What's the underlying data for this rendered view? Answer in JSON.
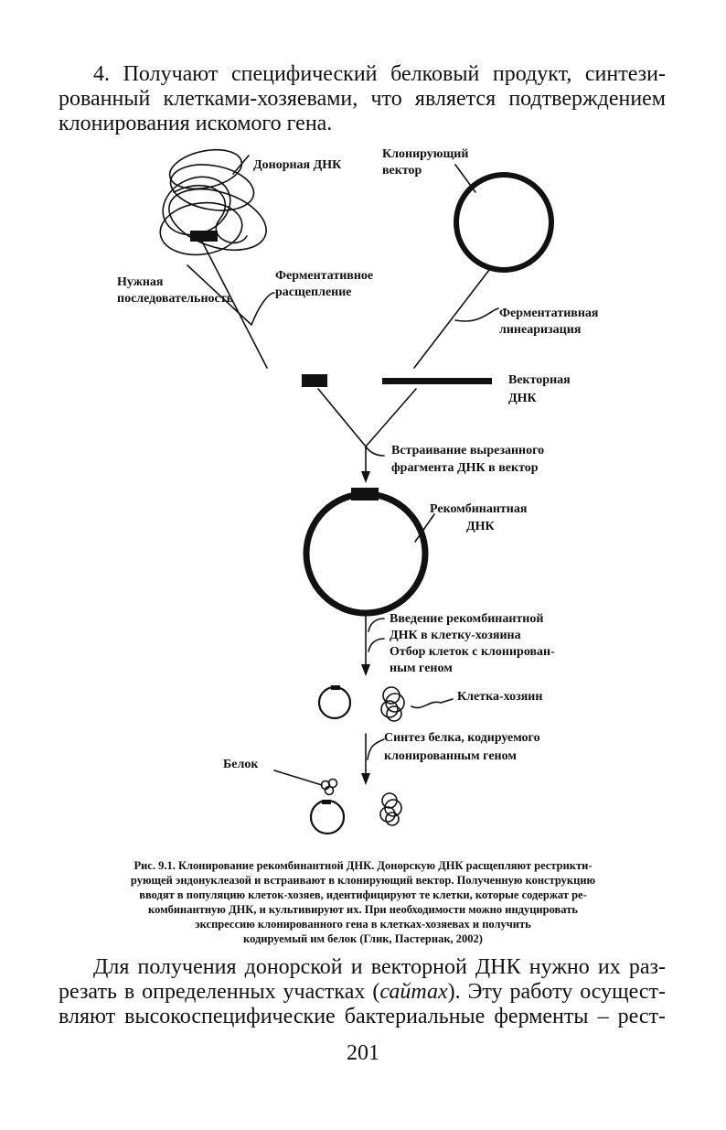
{
  "intro": {
    "lines": [
      "4. Получают специфический белковый продукт, синтези-",
      "рованный клетками-хозяевами, что является подтверждением",
      "клонирования искомого гена."
    ]
  },
  "figure": {
    "labels": {
      "donor_dna": "Донорная ДНК",
      "cloning_vector_1": "Клонирующий",
      "cloning_vector_2": "вектор",
      "needed_seq_1": "Нужная",
      "needed_seq_2": "последовательность",
      "enzymatic_cleavage_1": "Ферментативное",
      "enzymatic_cleavage_2": "расщепление",
      "enzymatic_linearization_1": "Ферментативная",
      "enzymatic_linearization_2": "линеаризация",
      "vector_dna_1": "Векторная",
      "vector_dna_2": "ДНК",
      "insertion_1": "Встраивание вырезанного",
      "insertion_2": "фрагмента ДНК в вектор",
      "recombinant_1": "Рекомбинантная",
      "recombinant_2": "ДНК",
      "introduction_1": "Введение рекомбинантной",
      "introduction_2": "ДНК в клетку-хозяина",
      "selection_1": "Отбор клеток с клонирован-",
      "selection_2": "ным геном",
      "host_cell": "Клетка-хозяин",
      "protein_synthesis_1": "Синтез белка, кодируемого",
      "protein_synthesis_2": "клонированным геном",
      "protein": "Белок"
    }
  },
  "caption": {
    "lines": [
      "Рис. 9.1. Клонирование рекомбинантной ДНК. Донорскую ДНК расщепляют рестрикти-",
      "рующей эндонуклеазой и встраивают в клонирующий вектор. Полученную конструкцию",
      "вводят в популяцию клеток-хозяев, идентифицируют те клетки, которые содержат ре-",
      "комбинантную ДНК, и культивируют их. При необходимости можно индуцировать",
      "экспрессию клонированного гена в клетках-хозяевах и получить",
      "кодируемый им белок (Глик, Пастернак, 2002)"
    ]
  },
  "body_text": {
    "line1": "Для получения донорской и векторной ДНК нужно их раз-",
    "line2_before": "резать в определенных участках (",
    "line2_italic": "сайтах",
    "line2_after": "). Эту работу осущест-",
    "line3": "вляют высокоспецифические бактериальные ферменты – рест-"
  },
  "page_number": "201"
}
